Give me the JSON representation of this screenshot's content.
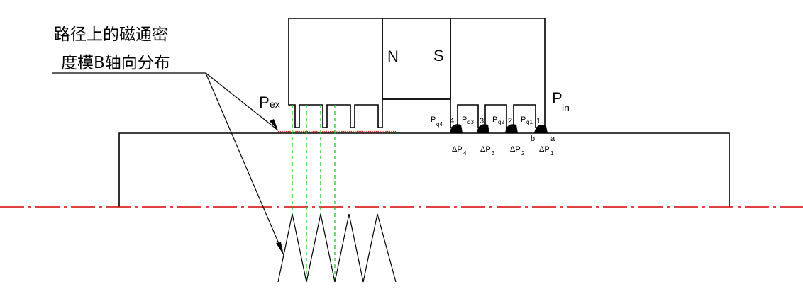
{
  "annotation": {
    "line1": "路径上的磁通密",
    "line2": "度模B轴向分布"
  },
  "magnet": {
    "north": "N",
    "south": "S"
  },
  "pressures": {
    "outer_main": "P",
    "outer_sub": "ex",
    "inner_main": "P",
    "inner_sub": "in",
    "q_main": "P",
    "q4_sub": "q4",
    "q3_sub": "q3",
    "q2_sub": "q2",
    "q1_sub": "q1"
  },
  "stages": [
    "4",
    "3",
    "2",
    "1"
  ],
  "points": {
    "a": "a",
    "b": "b"
  },
  "deltas": {
    "prefix": "ΔP",
    "d4": "4",
    "d3": "3",
    "d2": "2",
    "d1": "1"
  },
  "colors": {
    "centerline": "#d60000",
    "flux_guides": "#1ecc1e",
    "flux_path": "#e0261a",
    "outline": "#000000"
  }
}
